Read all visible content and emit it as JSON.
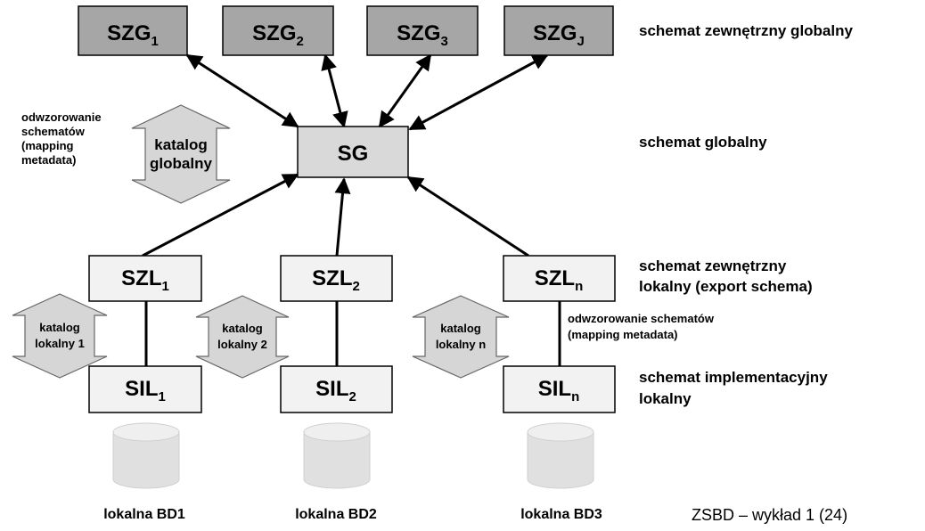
{
  "colors": {
    "dark_box": "#a6a6a6",
    "light_box": "#f2f2f2",
    "sg_box": "#d9d9d9",
    "catalog_arrow": "#d6d6d6",
    "cylinder": "#e0e0e0"
  },
  "external_global": [
    {
      "base": "SZG",
      "sub": "1"
    },
    {
      "base": "SZG",
      "sub": "2"
    },
    {
      "base": "SZG",
      "sub": "3"
    },
    {
      "base": "SZG",
      "sub": "J"
    }
  ],
  "global": {
    "label": "SG"
  },
  "global_catalog": {
    "line1": "katalog",
    "line2": "globalny"
  },
  "external_local": [
    {
      "base": "SZL",
      "sub": "1"
    },
    {
      "base": "SZL",
      "sub": "2"
    },
    {
      "base": "SZL",
      "sub": "n"
    }
  ],
  "implementation_local": [
    {
      "base": "SIL",
      "sub": "1"
    },
    {
      "base": "SIL",
      "sub": "2"
    },
    {
      "base": "SIL",
      "sub": "n"
    }
  ],
  "local_catalogs": [
    {
      "line1": "katalog",
      "line2": "lokalny 1"
    },
    {
      "line1": "katalog",
      "line2": "lokalny 2"
    },
    {
      "line1": "katalog",
      "line2": "lokalny n"
    }
  ],
  "databases": [
    "lokalna BD1",
    "lokalna BD2",
    "lokalna BD3"
  ],
  "labels": {
    "external_global": "schemat zewnętrzny globalny",
    "global": "schemat globalny",
    "external_local_1": "schemat zewnętrzny",
    "external_local_2": "lokalny (export schema)",
    "implementation_local_1": "schemat implementacyjny",
    "implementation_local_2": "lokalny",
    "mapping_left_1": "odwzorowanie",
    "mapping_left_2": "schematów",
    "mapping_left_3": "(mapping",
    "mapping_left_4": "metadata)",
    "mapping_right_1": "odwzorowanie schematów",
    "mapping_right_2": "(mapping metadata)"
  },
  "footer": "ZSBD – wykład 1 (24)"
}
